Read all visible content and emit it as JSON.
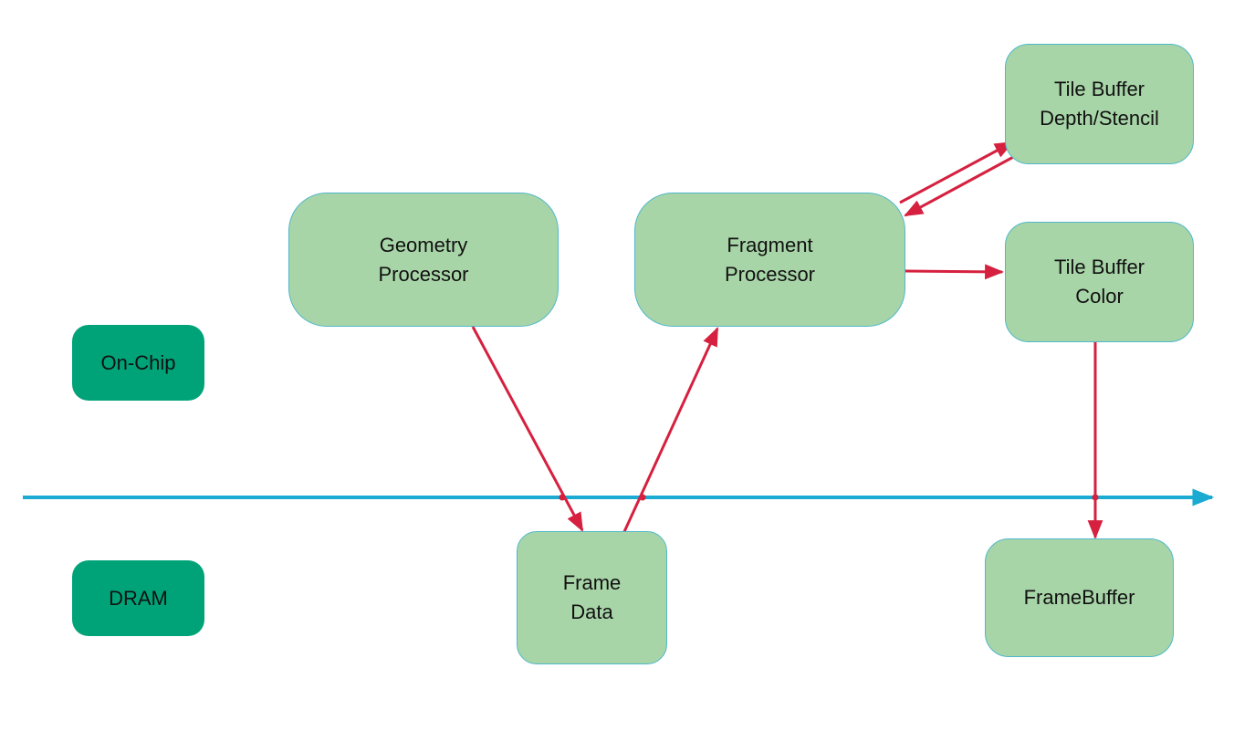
{
  "regions": {
    "on_chip": "On-Chip",
    "dram": "DRAM"
  },
  "nodes": {
    "geometry_processor": {
      "line1": "Geometry",
      "line2": "Processor"
    },
    "fragment_processor": {
      "line1": "Fragment",
      "line2": "Processor"
    },
    "tile_buffer_depth": {
      "line1": "Tile Buffer",
      "line2": "Depth/Stencil"
    },
    "tile_buffer_color": {
      "line1": "Tile Buffer",
      "line2": "Color"
    },
    "frame_data": {
      "line1": "Frame",
      "line2": "Data"
    },
    "framebuffer": {
      "line1": "FrameBuffer"
    }
  },
  "colors": {
    "node_fill": "#a8d5a8",
    "node_border": "#4fb8c9",
    "region_label_fill": "#00a378",
    "arrow": "#d6203f",
    "divider": "#1aaad2"
  },
  "edges": [
    {
      "from": "geometry_processor",
      "to": "frame_data"
    },
    {
      "from": "frame_data",
      "to": "fragment_processor"
    },
    {
      "from": "fragment_processor",
      "to": "tile_buffer_depth"
    },
    {
      "from": "tile_buffer_depth",
      "to": "fragment_processor"
    },
    {
      "from": "fragment_processor",
      "to": "tile_buffer_color"
    },
    {
      "from": "tile_buffer_color",
      "to": "framebuffer"
    }
  ]
}
